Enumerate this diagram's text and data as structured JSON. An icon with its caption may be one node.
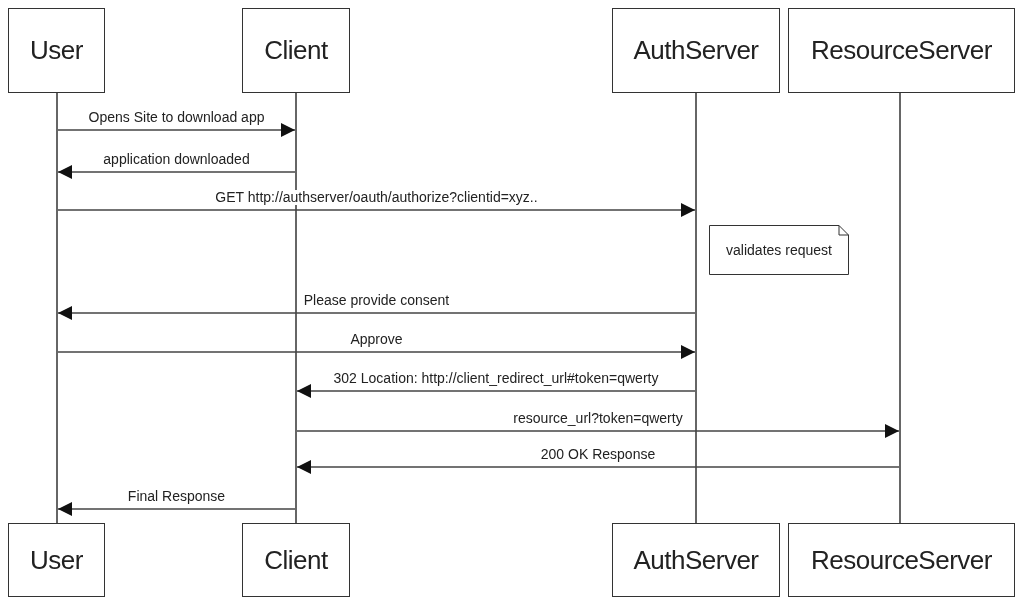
{
  "diagram": {
    "nodes": [
      {
        "text": [
          "User"
        ]
      },
      {
        "text": [
          "Client"
        ]
      },
      {
        "text": [
          "AuthServer"
        ]
      },
      {
        "text": [
          "ResourceServer"
        ]
      },
      {
        "text": [],
        "shape": "line"
      },
      {
        "text": [],
        "shape": "line"
      },
      {
        "text": [],
        "shape": "line"
      },
      {
        "text": [],
        "shape": "line"
      },
      {
        "text": [
          "validates request"
        ]
      },
      {
        "text": [
          "User"
        ]
      },
      {
        "text": [
          "Client"
        ]
      },
      {
        "text": [
          "AuthServer"
        ]
      },
      {
        "text": [
          "ResourceServer"
        ]
      }
    ],
    "edges": [
      {
        "from": 4,
        "to": 5,
        "arrow": "to",
        "label": "Opens Site to download app"
      },
      {
        "from": 5,
        "to": 4,
        "arrow": "to",
        "label": "application downloaded"
      },
      {
        "from": 4,
        "to": 6,
        "arrow": "to",
        "label": "GET http://authserver/oauth/authorize?clientid=xyz.."
      },
      {
        "from": 6,
        "to": 4,
        "arrow": "to",
        "label": "Please provide consent"
      },
      {
        "from": 4,
        "to": 6,
        "arrow": "to",
        "label": "Approve"
      },
      {
        "from": 6,
        "to": 5,
        "arrow": "to",
        "label": "302 Location: http://client_redirect_url#token=qwerty"
      },
      {
        "from": 5,
        "to": 7,
        "arrow": "to",
        "label": "resource_url?token=qwerty"
      },
      {
        "from": 7,
        "to": 5,
        "arrow": "to",
        "label": "200 OK Response"
      },
      {
        "from": 5,
        "to": 4,
        "arrow": "to",
        "label": "Final Response"
      }
    ]
  }
}
